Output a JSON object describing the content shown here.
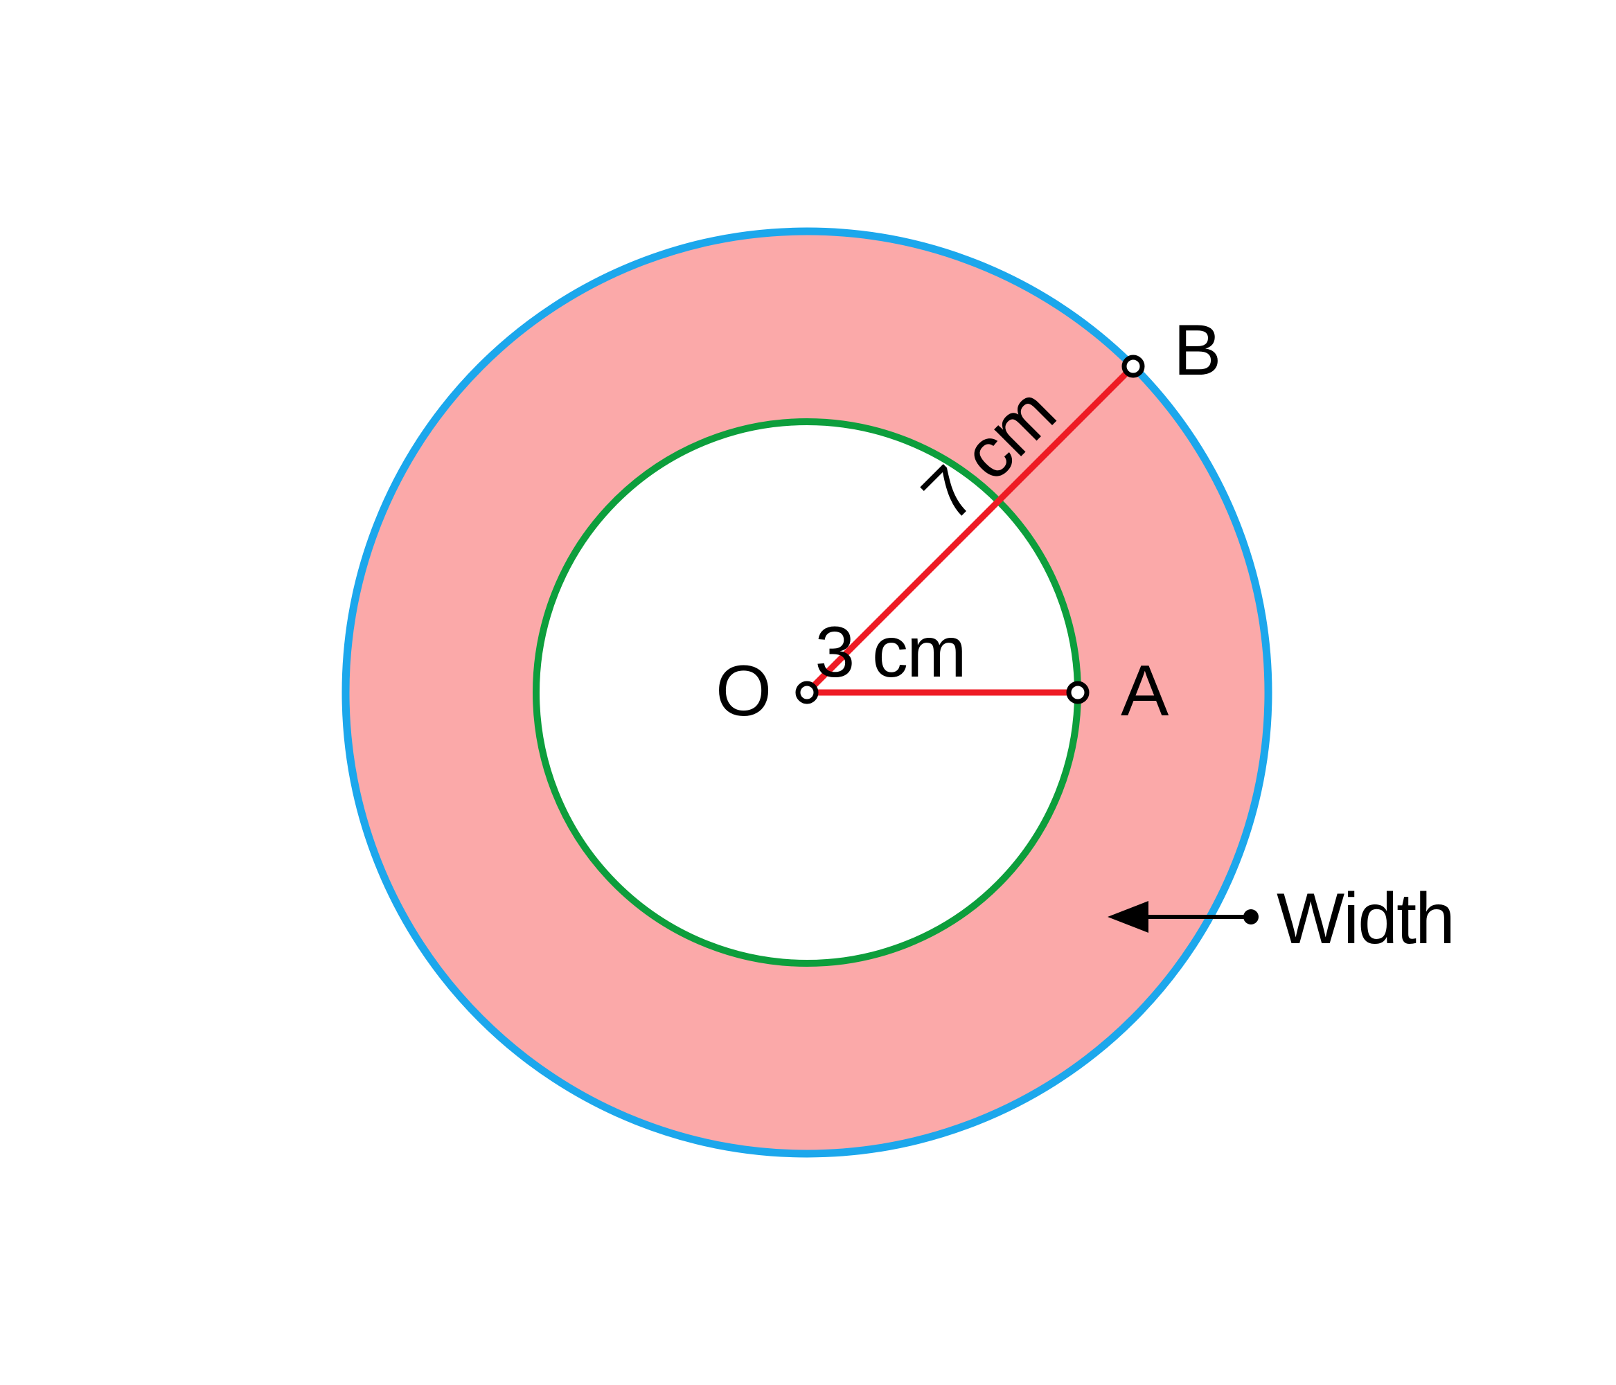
{
  "figure": {
    "type": "annulus-diagram",
    "points": {
      "center": "O",
      "inner_point": "A",
      "outer_point": "B"
    },
    "measurements": {
      "inner_radius_label": "3 cm",
      "outer_radius_label": "7 cm",
      "inner_radius_cm": 3,
      "outer_radius_cm": 7
    },
    "annotation": {
      "width_label": "Width"
    },
    "icons": {
      "width_arrow": "left-arrow-with-dot-tail"
    },
    "colors": {
      "background": "#FFFFFF",
      "annulus_fill": "#FBA9A9",
      "outer_circle_stroke": "#1CA7EC",
      "inner_circle_stroke": "#0D9E3C",
      "radius_line": "#EE1B24",
      "marker_fill": "#FFFFFF",
      "annotation_color": "#000000"
    }
  }
}
